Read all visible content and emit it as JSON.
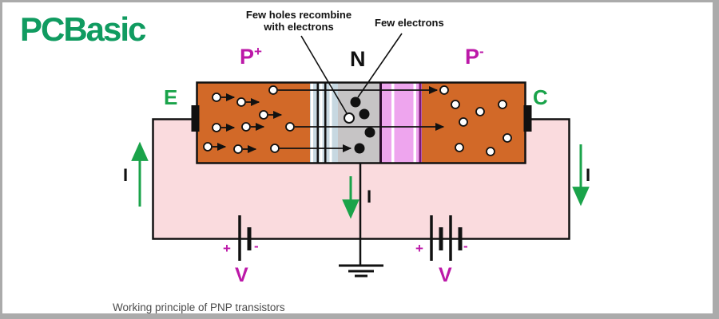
{
  "logo": {
    "text": "PCBasic"
  },
  "annotations": {
    "recombine_line1": "Few holes recombine",
    "recombine_line2": "with electrons",
    "few_electrons": "Few electrons"
  },
  "region_labels": {
    "emitter": "P",
    "emitter_sign": "+",
    "base": "N",
    "collector": "P",
    "collector_sign": "-"
  },
  "terminal_labels": {
    "emitter": "E",
    "collector": "C"
  },
  "current_labels": {
    "left": "I",
    "base": "I",
    "right": "I"
  },
  "battery_left": {
    "plus": "+",
    "minus": "-",
    "label": "V"
  },
  "battery_right": {
    "plus": "+",
    "minus": "-",
    "label": "V"
  },
  "caption": "Working principle of PNP transistors",
  "colors": {
    "emitter_collector": "#D26928",
    "base_region": "#C6C4C5",
    "depletion_left": "#C7D8E1",
    "depletion_right": "#EEA5EE",
    "depletion_right_edge": "#7A1878",
    "depletion_right_edge_dark": "#2E0B2E",
    "circuit_fill": "#FADBDE",
    "wire": "#111111",
    "magenta": "#BC18A8",
    "green": "#1AA34A",
    "logo_green": "#109B60",
    "frame": "#ABABAB"
  },
  "particles": {
    "emitter_holes": [
      [
        268,
        119
      ],
      [
        299,
        125
      ],
      [
        327,
        141
      ],
      [
        268,
        157
      ],
      [
        305,
        156
      ],
      [
        257,
        181
      ],
      [
        295,
        184
      ]
    ],
    "long_arrows": [
      [
        339,
        110,
        544
      ],
      [
        360,
        156,
        552
      ],
      [
        341,
        183,
        436
      ]
    ],
    "base_electrons": [
      [
        442,
        125
      ],
      [
        453,
        140
      ],
      [
        460,
        163
      ],
      [
        447,
        183
      ]
    ],
    "base_holes": [
      [
        434,
        145
      ]
    ],
    "collector_holes": [
      [
        553,
        110
      ],
      [
        567,
        128
      ],
      [
        598,
        137
      ],
      [
        626,
        128
      ],
      [
        577,
        150
      ],
      [
        632,
        170
      ],
      [
        572,
        182
      ],
      [
        611,
        187
      ]
    ]
  }
}
